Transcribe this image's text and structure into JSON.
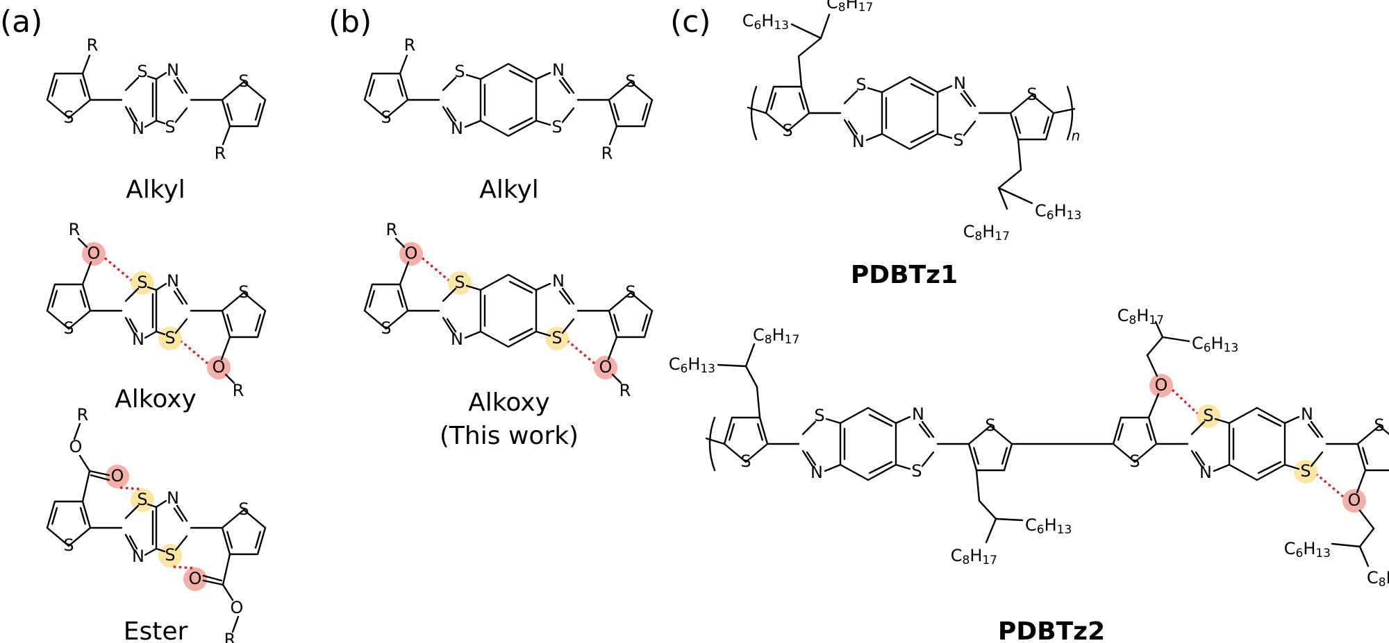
{
  "colors": {
    "work_label": "#c0191c",
    "s_highlight": "#fbe6a2",
    "o_highlight": "#f4b0a8",
    "noncovalent_contact": "#e0201e"
  },
  "panels": {
    "a": {
      "label": "(a)",
      "names": [
        "Alkyl",
        "Alkoxy",
        "Ester"
      ]
    },
    "b": {
      "label": "(b)",
      "names": [
        "Alkyl",
        "Alkoxy",
        "(This work)"
      ]
    },
    "c": {
      "label": "(c)",
      "polymers": [
        "PDBTz1",
        "PDBTz2"
      ],
      "repeat_symbol": "n"
    }
  },
  "atoms": {
    "sulfur": "S",
    "nitrogen": "N",
    "oxygen": "O",
    "substituent": "R",
    "c6h13": {
      "c": "C",
      "n1": "6",
      "h": "H",
      "n2": "13"
    },
    "c8h17": {
      "c": "C",
      "n1": "8",
      "h": "H",
      "n2": "17"
    }
  }
}
